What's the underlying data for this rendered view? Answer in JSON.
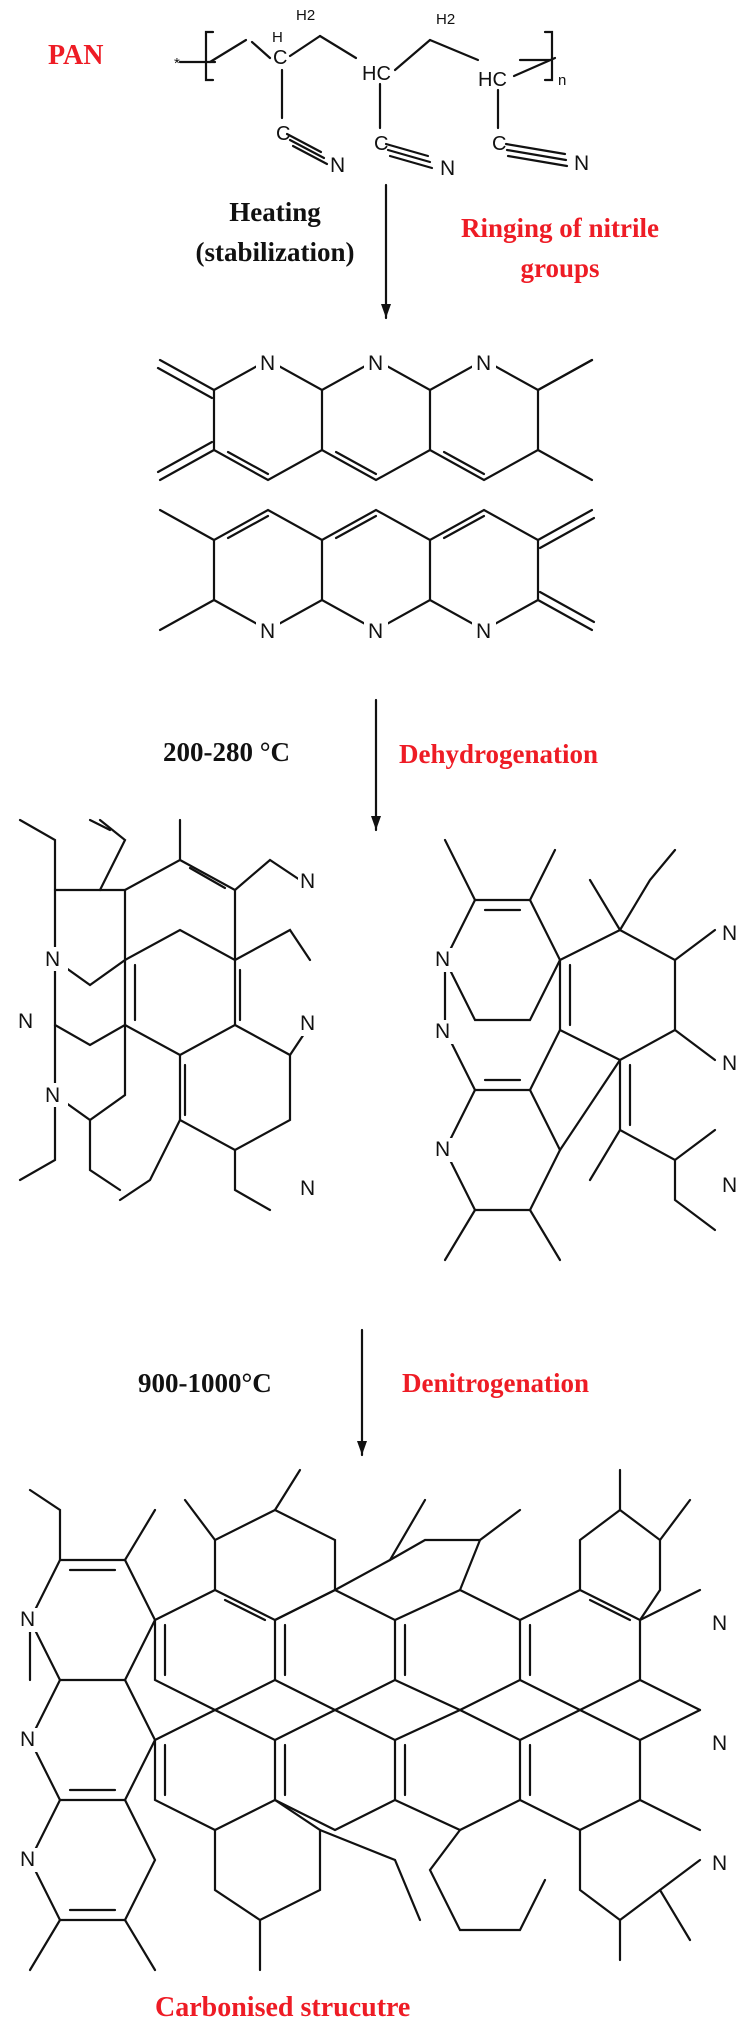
{
  "labels": {
    "pan": "PAN",
    "heating": "Heating",
    "stabilization": "(stabilization)",
    "ringing_line1": "Ringing of nitrile",
    "ringing_line2": "groups",
    "temp1": "200-280 °C",
    "dehydrogenation": "Dehydrogenation",
    "temp2": "900-1000°C",
    "denitrogenation": "Denitrogenation",
    "carbonised": "Carbonised strucutre"
  },
  "atoms": {
    "nitrogen": "N",
    "methylene": "H2",
    "methine": "HC",
    "methine_h": "H",
    "carbon": "C",
    "repeat_n": "n",
    "star": "*"
  },
  "colors": {
    "red": "#ee1c25",
    "black": "#111111"
  }
}
